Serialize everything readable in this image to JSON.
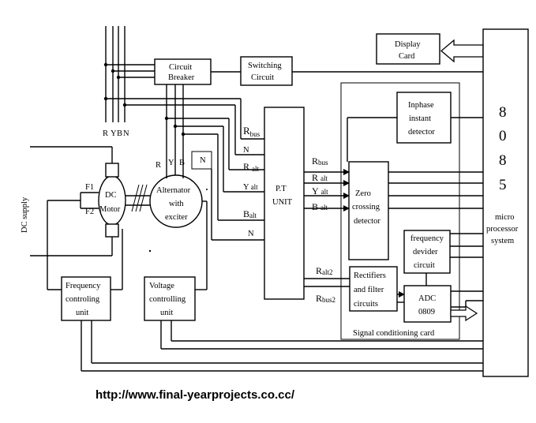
{
  "diagram": {
    "phases": {
      "r": "R",
      "y": "Y",
      "b": "B",
      "n": "N"
    },
    "circuit_breaker": [
      "Circuit",
      "Breaker"
    ],
    "switching_circuit": [
      "Switching",
      "Circuit"
    ],
    "display_card": [
      "Display",
      "Card"
    ],
    "inphase_detector": [
      "Inphase",
      "instant",
      "detector"
    ],
    "dc_supply": "DC supply",
    "f1": "F1",
    "f2": "F2",
    "dc_motor": [
      "DC",
      "Motor"
    ],
    "alternator": [
      "Alternator",
      "with",
      "exciter"
    ],
    "alt_terminals": {
      "r": "R",
      "y": "Y",
      "b": "B",
      "n": "N"
    },
    "pt_unit": [
      "P.T",
      "UNIT"
    ],
    "pt_inputs": {
      "rbus": "R",
      "rbus_sub": "bus",
      "n1": "N",
      "ralt": "R",
      "ralt_sub": "alt",
      "yalt": "Y",
      "yalt_sub": "alt",
      "balt": "B",
      "balt_sub": "alt",
      "n2": "N"
    },
    "pt_outputs": {
      "rbus": "R",
      "rbus_sub": "bus",
      "ralt": "R",
      "ralt_sub": "alt",
      "yalt": "Y",
      "yalt_sub": "alt",
      "balt": "B",
      "balt_sub": "alt",
      "ralt2": "R",
      "ralt2_sub": "alt2",
      "rbus2": "R",
      "rbus2_sub": "bus2"
    },
    "zero_crossing": [
      "Zero",
      "crossing",
      "detector"
    ],
    "freq_divider": [
      "frequency",
      "devider",
      "circuit"
    ],
    "rectifiers": [
      "Rectifiers",
      "and filter",
      "circuits"
    ],
    "adc": [
      "ADC",
      "0809"
    ],
    "signal_card": "Signal conditioning card",
    "micro": {
      "chip": [
        "8",
        "0",
        "8",
        "5"
      ],
      "label": [
        "micro",
        "processor",
        "system"
      ]
    },
    "freq_control": [
      "Frequency",
      "controling",
      "unit"
    ],
    "volt_control": [
      "Voltage",
      "controlling",
      "unit"
    ],
    "url": "http://www.final-yearprojects.co.cc/"
  }
}
